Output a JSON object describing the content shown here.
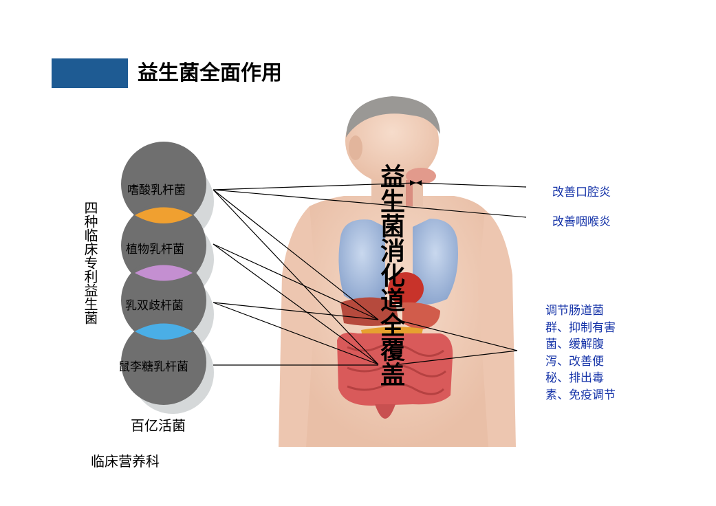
{
  "title": "益生菌全面作用",
  "left_vertical_title": "四种临床专利益生菌",
  "bacteria": [
    "嗜酸乳杆菌",
    "植物乳杆菌",
    "乳双歧杆菌",
    "鼠李糖乳杆菌"
  ],
  "bacteria_caption": "百亿活菌",
  "center_vertical_text": "益生菌消化道全覆盖",
  "effects_right": [
    "改善口腔炎",
    "改善咽喉炎"
  ],
  "effects_bottom_right": "调节肠道菌\n群、抑制有害\n菌、缓解腹\n泻、改善便\n秘、排出毒\n素、免疫调节",
  "department": "临床营养科",
  "colors": {
    "title_bar": "#1e5b93",
    "circle_gray": "#6f6f6f",
    "lens_orange": "#f0a030",
    "lens_purple": "#c48fd1",
    "lens_blue": "#4aaee6",
    "blue_text": "#1533a8"
  }
}
